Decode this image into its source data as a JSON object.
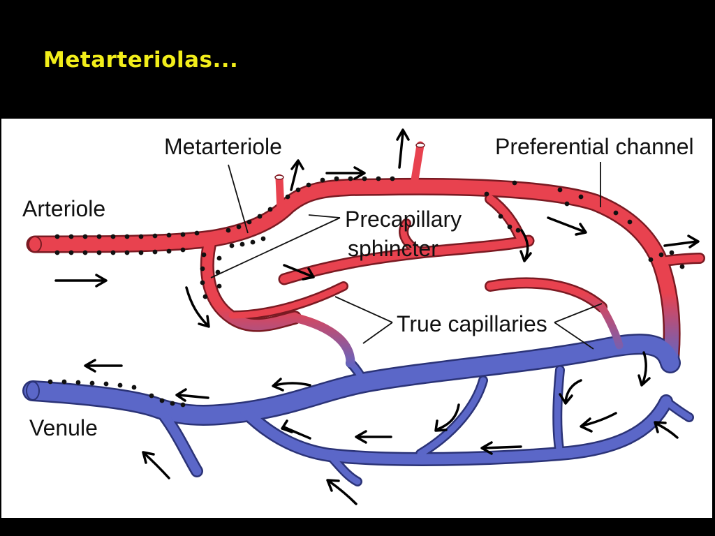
{
  "slide": {
    "title": "Metarteriolas..."
  },
  "diagram": {
    "labels": {
      "arteriole": "Arteriole",
      "metarteriole": "Metarteriole",
      "preferential_channel": "Preferential channel",
      "precapillary_line1": "Precapillary",
      "precapillary_line2": "sphincter",
      "true_capillaries": "True capillaries",
      "venule": "Venule"
    },
    "colors": {
      "title": "#f2ee1a",
      "background": "#000000",
      "panel": "#ffffff",
      "arterial": "#e8424f",
      "venous": "#5b67c8",
      "sphincter": "#111111",
      "arrow": "#000000"
    },
    "icons": {
      "flow": "flow-arrow-icon",
      "sphincter": "sphincter-dot-icon"
    }
  }
}
